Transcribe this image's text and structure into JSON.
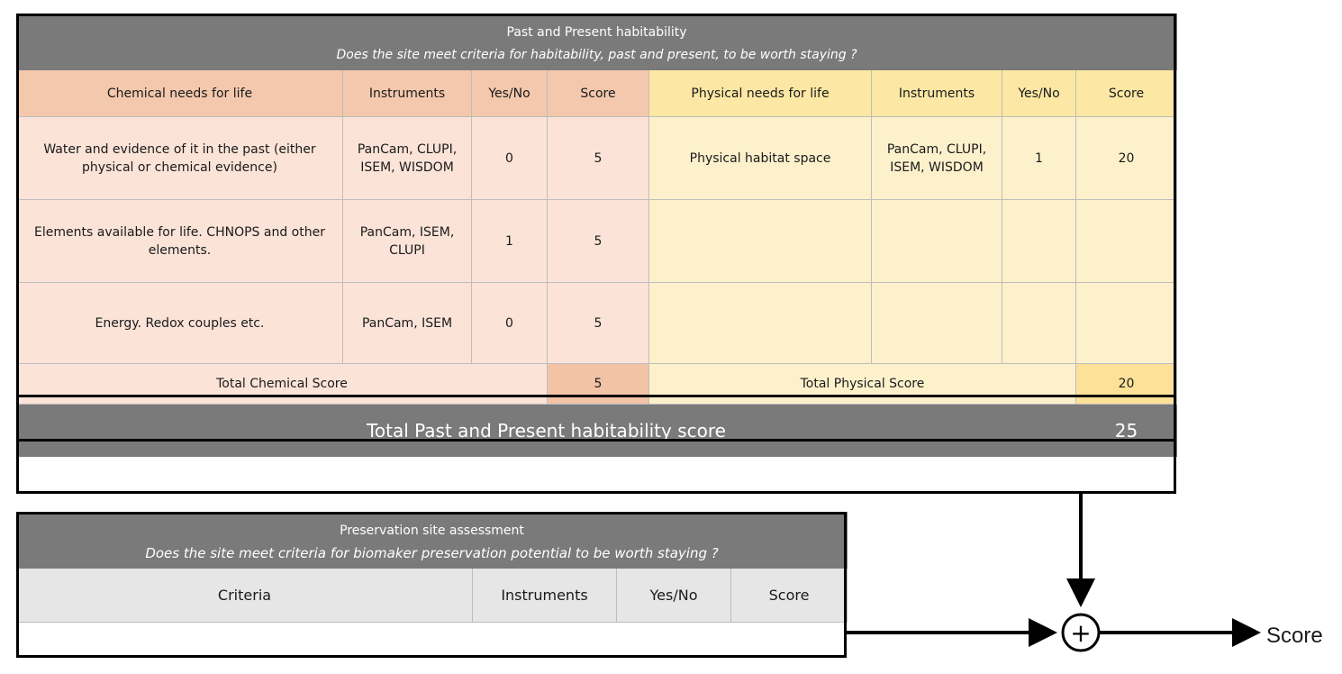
{
  "habitability": {
    "title": "Past and Present habitability",
    "subtitle": "Does the site meet criteria for habitability, past and present, to be worth staying ?",
    "headers": {
      "chem_needs": "Chemical needs for life",
      "chem_instruments": "Instruments",
      "chem_yesno": "Yes/No",
      "chem_score": "Score",
      "phys_needs": "Physical needs for life",
      "phys_instruments": "Instruments",
      "phys_yesno": "Yes/No",
      "phys_score": "Score"
    },
    "rows": [
      {
        "chem_need": "Water and evidence of it in the past (either physical or chemical evidence)",
        "chem_instruments": "PanCam, CLUPI, ISEM, WISDOM",
        "chem_yesno": "0",
        "chem_score": "5",
        "phys_need": "Physical habitat space",
        "phys_instruments": "PanCam, CLUPI, ISEM, WISDOM",
        "phys_yesno": "1",
        "phys_score": "20"
      },
      {
        "chem_need": "Elements available for life. CHNOPS and other elements.",
        "chem_instruments": "PanCam, ISEM, CLUPI",
        "chem_yesno": "1",
        "chem_score": "5",
        "phys_need": "",
        "phys_instruments": "",
        "phys_yesno": "",
        "phys_score": ""
      },
      {
        "chem_need": "Energy. Redox couples etc.",
        "chem_instruments": "PanCam, ISEM",
        "chem_yesno": "0",
        "chem_score": "5",
        "phys_need": "",
        "phys_instruments": "",
        "phys_yesno": "",
        "phys_score": ""
      }
    ],
    "total_chemical_label": "Total Chemical Score",
    "total_chemical_value": "5",
    "total_physical_label": "Total Physical Score",
    "total_physical_value": "20",
    "total_label": "Total Past and Present habitability score",
    "total_value": "25"
  },
  "preservation": {
    "title": "Preservation site assessment",
    "subtitle": "Does the site meet criteria for biomaker preservation potential to be worth staying ?",
    "headers": {
      "criteria": "Criteria",
      "instruments": "Instruments",
      "yesno": "Yes/No",
      "score": "Score"
    }
  },
  "flow": {
    "sum_symbol": "+",
    "output_label": "Score"
  }
}
